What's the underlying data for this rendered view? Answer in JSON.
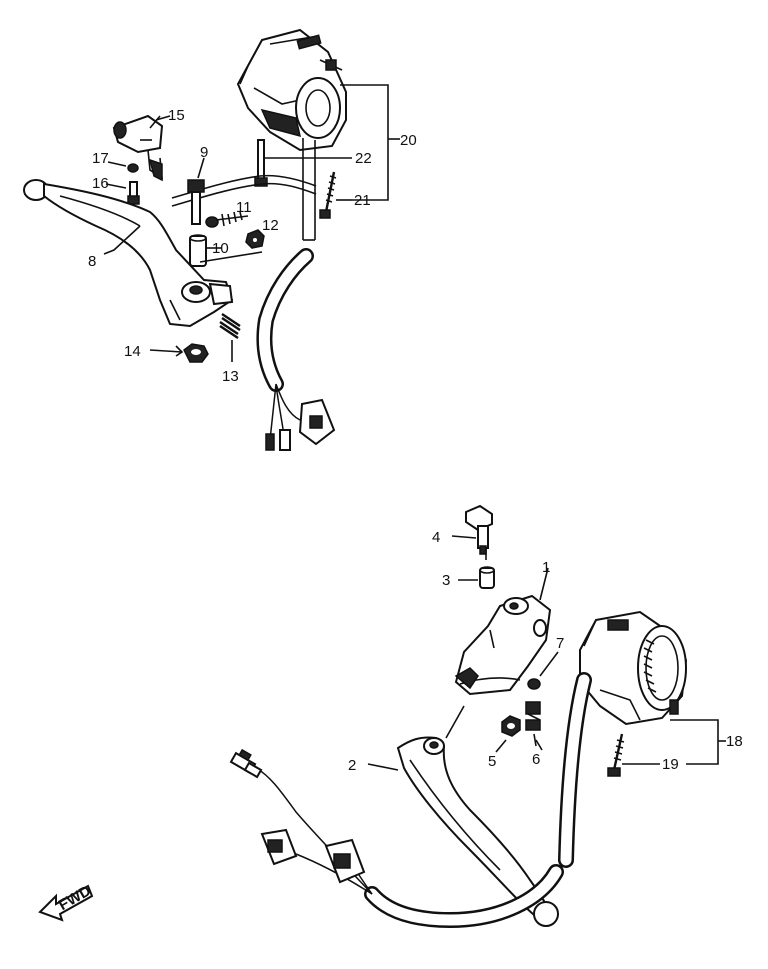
{
  "labels": {
    "p1": "1",
    "p2": "2",
    "p3": "3",
    "p4": "4",
    "p5": "5",
    "p6": "6",
    "p7": "7",
    "p8": "8",
    "p9": "9",
    "p10": "10",
    "p11": "11",
    "p12": "12",
    "p13": "13",
    "p14": "14",
    "p15": "15",
    "p16": "16",
    "p17": "17",
    "p18": "18",
    "p19": "19",
    "p20": "20",
    "p21": "21",
    "p22": "22"
  },
  "fwd_label": "FWD",
  "icons": {
    "fwd_arrow": "fwd-arrow-icon"
  }
}
